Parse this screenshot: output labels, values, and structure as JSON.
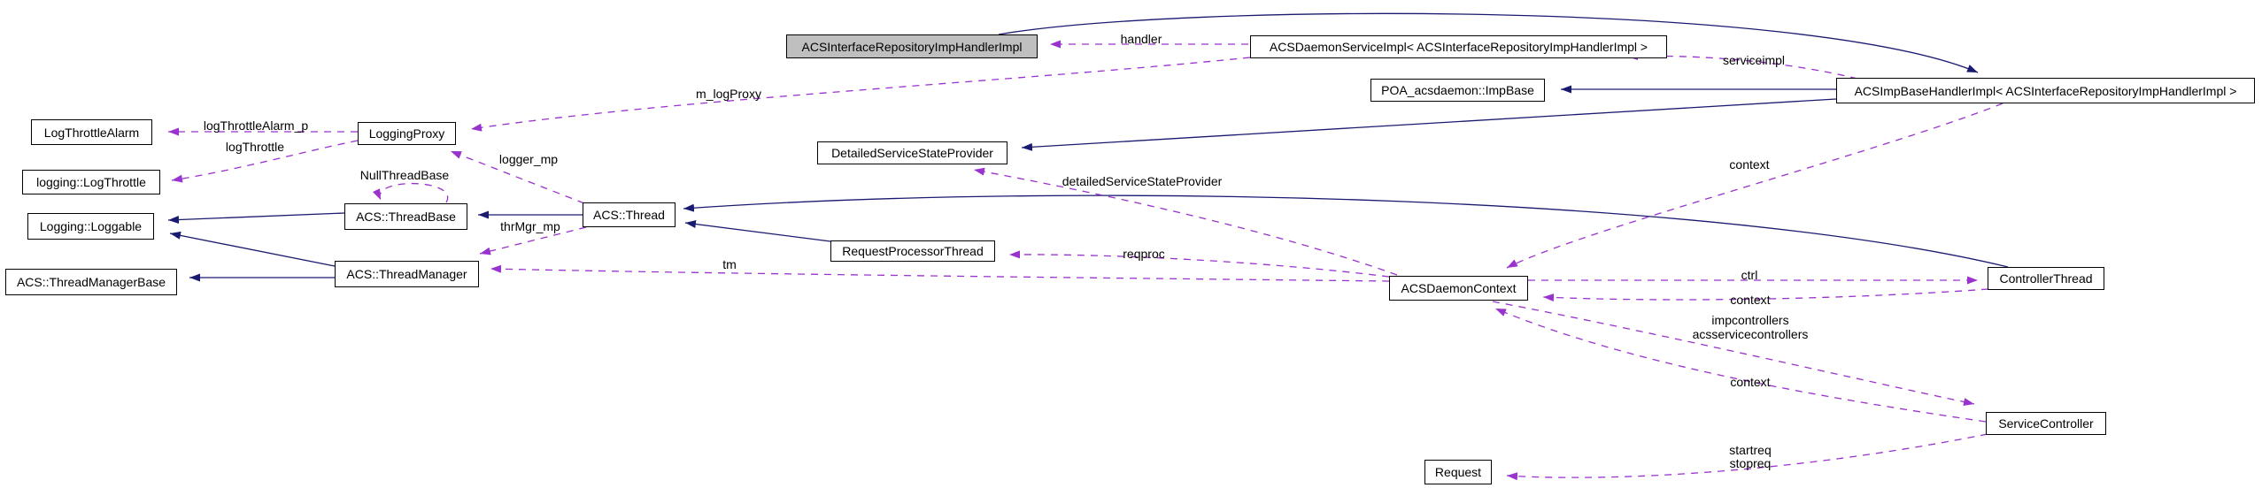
{
  "diagram": {
    "type": "uml-collaboration-graph",
    "colors": {
      "inheritance_edge": "#1a1a70",
      "usage_edge": "#9a32cd",
      "node_fill": "#ffffff",
      "node_border": "#000000",
      "highlight_fill": "#bfbfbf"
    },
    "nodes": {
      "logThrottleAlarm": {
        "label": "LogThrottleAlarm"
      },
      "loggingLogThrottle": {
        "label": "logging::LogThrottle"
      },
      "loggingProxy": {
        "label": "LoggingProxy"
      },
      "loggable": {
        "label": "Logging::Loggable"
      },
      "threadManagerBase": {
        "label": "ACS::ThreadManagerBase"
      },
      "threadBase": {
        "label": "ACS::ThreadBase"
      },
      "threadManager": {
        "label": "ACS::ThreadManager"
      },
      "thread": {
        "label": "ACS::Thread"
      },
      "mainClass": {
        "label": "ACSInterfaceRepositoryImpHandlerImpl"
      },
      "daemonServiceImpl": {
        "label": "ACSDaemonServiceImpl< ACSInterfaceRepositoryImpHandlerImpl >"
      },
      "poaImpBase": {
        "label": "POA_acsdaemon::ImpBase"
      },
      "acsImpBaseHandler": {
        "label": "ACSImpBaseHandlerImpl< ACSInterfaceRepositoryImpHandlerImpl >"
      },
      "detailedProvider": {
        "label": "DetailedServiceStateProvider"
      },
      "requestProcessor": {
        "label": "RequestProcessorThread"
      },
      "daemonContext": {
        "label": "ACSDaemonContext"
      },
      "controllerThread": {
        "label": "ControllerThread"
      },
      "serviceController": {
        "label": "ServiceController"
      },
      "request": {
        "label": "Request"
      }
    },
    "edgeLabels": {
      "handler": "handler",
      "serviceimpl": "serviceimpl",
      "m_logProxy": "m_logProxy",
      "logThrottleAlarm_p": "logThrottleAlarm_p",
      "logThrottle": "logThrottle",
      "logger_mp": "logger_mp",
      "nullThreadBase": "NullThreadBase",
      "thrMgr_mp": "thrMgr_mp",
      "tm": "tm",
      "reqproc": "reqproc",
      "detailedServiceStateProvider": "detailedServiceStateProvider",
      "contextTop": "context",
      "ctrl": "ctrl",
      "contextMid": "context",
      "impcontrollers": "impcontrollers",
      "acsservicecontrollers": "acsservicecontrollers",
      "contextLow": "context",
      "startreq": "startreq",
      "stopreq": "stopreq"
    },
    "edges": [
      {
        "from": "thread",
        "to": "threadBase",
        "style": "inheritance"
      },
      {
        "from": "threadBase",
        "to": "loggable",
        "style": "inheritance"
      },
      {
        "from": "threadManager",
        "to": "loggable",
        "style": "inheritance"
      },
      {
        "from": "threadManager",
        "to": "threadManagerBase",
        "style": "inheritance"
      },
      {
        "from": "requestProcessor",
        "to": "thread",
        "style": "inheritance"
      },
      {
        "from": "controllerThread",
        "to": "thread",
        "style": "inheritance"
      },
      {
        "from": "mainClass",
        "to": "acsImpBaseHandler",
        "style": "inheritance"
      },
      {
        "from": "acsImpBaseHandler",
        "to": "poaImpBase",
        "style": "inheritance"
      },
      {
        "from": "acsImpBaseHandler",
        "to": "detailedProvider",
        "style": "inheritance"
      },
      {
        "from": "loggingProxy",
        "to": "logThrottleAlarm",
        "style": "usage",
        "label": "logThrottleAlarm_p"
      },
      {
        "from": "loggingProxy",
        "to": "loggingLogThrottle",
        "style": "usage",
        "label": "logThrottle"
      },
      {
        "from": "thread",
        "to": "loggingProxy",
        "style": "usage",
        "label": "logger_mp"
      },
      {
        "from": "threadBase",
        "to": "threadBase",
        "style": "usage",
        "label": "NullThreadBase"
      },
      {
        "from": "thread",
        "to": "threadManager",
        "style": "usage",
        "label": "thrMgr_mp"
      },
      {
        "from": "daemonServiceImpl",
        "to": "mainClass",
        "style": "usage",
        "label": "handler"
      },
      {
        "from": "acsImpBaseHandler",
        "to": "daemonServiceImpl",
        "style": "usage",
        "label": "serviceimpl"
      },
      {
        "from": "daemonServiceImpl",
        "to": "loggingProxy",
        "style": "usage",
        "label": "m_logProxy"
      },
      {
        "from": "acsImpBaseHandler",
        "to": "daemonContext",
        "style": "usage",
        "label": "context"
      },
      {
        "from": "daemonContext",
        "to": "detailedProvider",
        "style": "usage",
        "label": "detailedServiceStateProvider"
      },
      {
        "from": "daemonContext",
        "to": "requestProcessor",
        "style": "usage",
        "label": "reqproc"
      },
      {
        "from": "daemonContext",
        "to": "threadManager",
        "style": "usage",
        "label": "tm"
      },
      {
        "from": "daemonContext",
        "to": "controllerThread",
        "style": "usage",
        "label": "ctrl"
      },
      {
        "from": "controllerThread",
        "to": "daemonContext",
        "style": "usage",
        "label": "context"
      },
      {
        "from": "daemonContext",
        "to": "serviceController",
        "style": "usage",
        "label": "impcontrollers acsservicecontrollers"
      },
      {
        "from": "serviceController",
        "to": "daemonContext",
        "style": "usage",
        "label": "context"
      },
      {
        "from": "serviceController",
        "to": "request",
        "style": "usage",
        "label": "startreq stopreq"
      }
    ]
  }
}
